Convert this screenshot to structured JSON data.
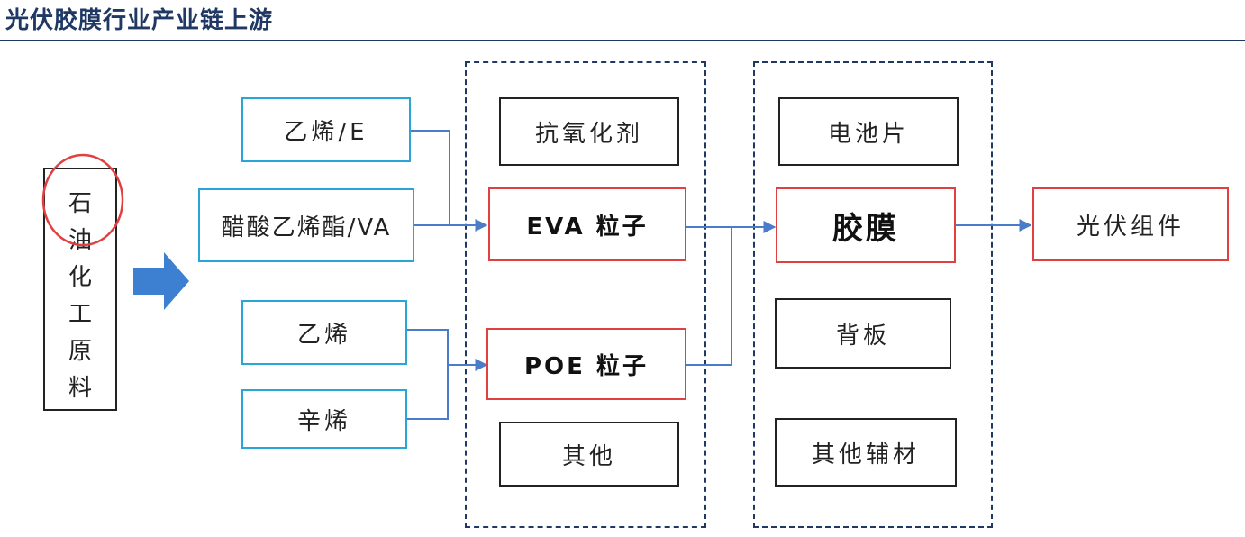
{
  "title": "光伏胶膜行业产业链上游",
  "raw_material": [
    "石",
    "油",
    "化",
    "工",
    "原",
    "料"
  ],
  "inputs": {
    "ethylene_e": "乙烯/E",
    "vinyl_acetate": "醋酸乙烯酯/VA",
    "ethylene": "乙烯",
    "octene": "辛烯"
  },
  "pellets": {
    "antioxidant": "抗氧化剂",
    "eva": "EVA 粒子",
    "poe": "POE 粒子",
    "other": "其他"
  },
  "assembly": {
    "cell": "电池片",
    "film": "胶膜",
    "backsheet": "背板",
    "other_aux": "其他辅材"
  },
  "output": "光伏组件",
  "colors": {
    "title": "#1f3864",
    "input_border": "#29a6d6",
    "highlight_border": "#e0403f",
    "arrow": "#4a7cc9",
    "big_arrow": "#3d7fd0"
  },
  "icons": [
    "big-right-arrow-icon",
    "red-circle-highlight-icon"
  ]
}
